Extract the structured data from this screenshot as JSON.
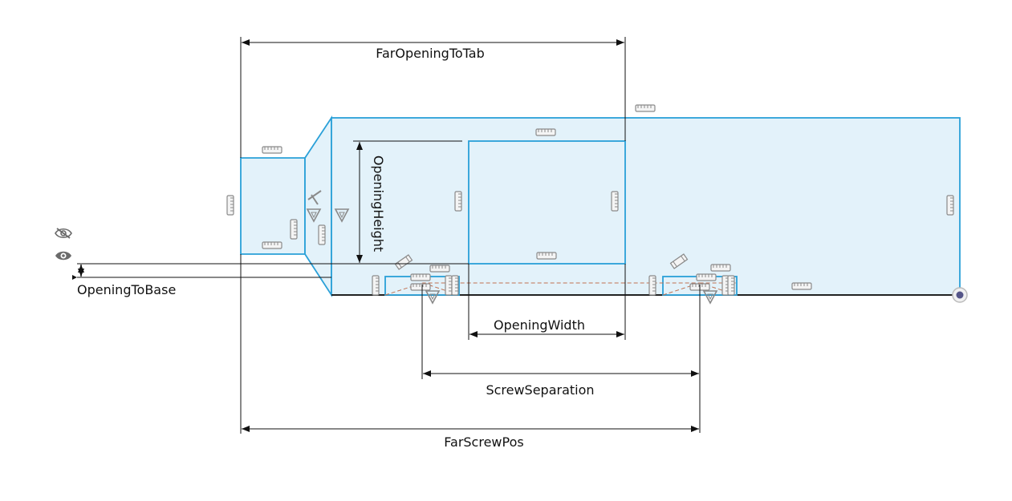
{
  "dimensions": {
    "far_opening_to_tab": "FarOpeningToTab",
    "opening_height": "OpeningHeight",
    "opening_to_base": "OpeningToBase",
    "opening_width": "OpeningWidth",
    "screw_separation": "ScrewSeparation",
    "far_screw_pos": "FarScrewPos"
  },
  "controls": {
    "hide_icon": "eye-slash",
    "show_icon": "eye"
  },
  "colors": {
    "sketch_line": "#2aa0d8",
    "region_fill": "#e3f2fa",
    "dimension_line": "#111111",
    "construction_line": "#c07050",
    "constraint_glyph": "#8a8a8a"
  }
}
